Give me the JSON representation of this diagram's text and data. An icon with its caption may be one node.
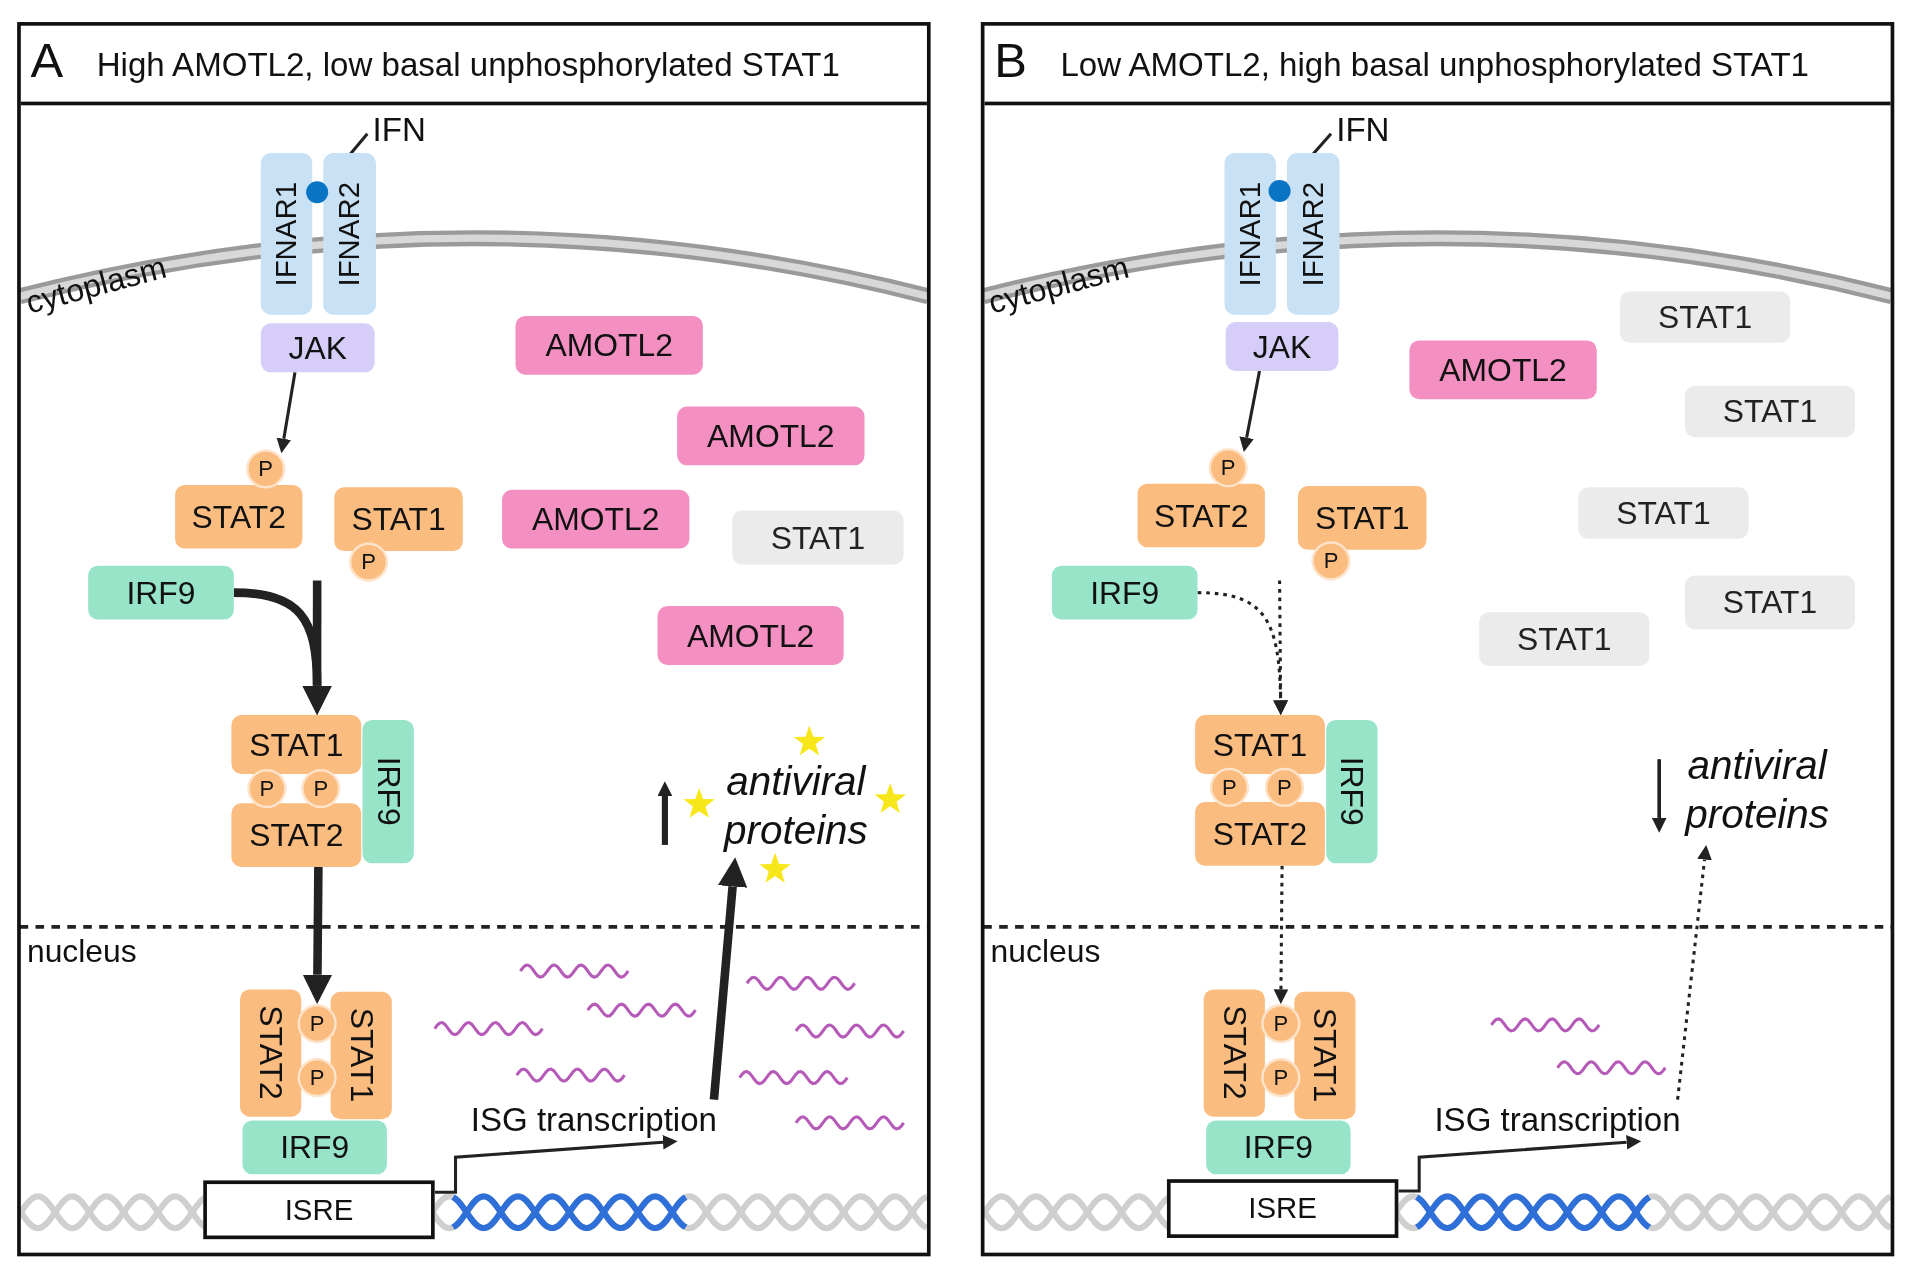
{
  "diagram": {
    "nodes": [
      {
        "text": [
          "A",
          "High AMOTL2, low basal unphosphorylated STAT1"
        ]
      },
      {
        "text": [
          "IFN"
        ],
        "in": 0
      },
      {
        "text": [],
        "shape": "circle",
        "in": 0
      },
      {
        "text": [
          "IFNAR1"
        ],
        "in": 0
      },
      {
        "text": [
          "IFNAR2"
        ],
        "in": 0
      },
      {
        "text": [
          "JAK"
        ],
        "in": 0
      },
      {
        "text": [
          "AMOTL2"
        ],
        "in": 0
      },
      {
        "text": [
          "AMOTL2"
        ],
        "in": 0
      },
      {
        "text": [
          "P"
        ],
        "in": 0
      },
      {
        "text": [
          "STAT2"
        ],
        "in": 0
      },
      {
        "text": [
          "STAT1"
        ],
        "in": 0
      },
      {
        "text": [
          "AMOTL2"
        ],
        "in": 0
      },
      {
        "text": [
          "STAT1"
        ],
        "in": 0
      },
      {
        "text": [
          "P"
        ],
        "in": 0
      },
      {
        "text": [
          "IRF9"
        ],
        "in": 0
      },
      {
        "text": [
          "AMOTL2"
        ],
        "in": 0
      },
      {
        "text": [
          "STAT1"
        ],
        "in": 0
      },
      {
        "text": [
          "P"
        ],
        "in": 0
      },
      {
        "text": [
          "P"
        ],
        "in": 0
      },
      {
        "text": [
          "STAT2"
        ],
        "in": 0
      },
      {
        "text": [
          "IRF9"
        ],
        "in": 0
      },
      {
        "text": [
          "antiviral proteins"
        ],
        "in": 0
      },
      {
        "text": [
          "STAT2"
        ],
        "in": 0
      },
      {
        "text": [
          "P"
        ],
        "in": 0
      },
      {
        "text": [
          "P"
        ],
        "in": 0
      },
      {
        "text": [
          "STAT1"
        ],
        "in": 0
      },
      {
        "text": [
          "IRF9"
        ],
        "in": 0
      },
      {
        "text": [
          "ISRE"
        ],
        "in": 0
      },
      {
        "text": [
          "B",
          "Low AMOTL2, high basal unphosphorylated STAT1"
        ]
      },
      {
        "text": [
          "IFN"
        ],
        "in": 28
      },
      {
        "text": [],
        "shape": "circle",
        "in": 28
      },
      {
        "text": [
          "IFNAR1"
        ],
        "in": 28
      },
      {
        "text": [
          "IFNAR2"
        ],
        "in": 28
      },
      {
        "text": [
          "STAT1"
        ],
        "in": 28
      },
      {
        "text": [
          "JAK"
        ],
        "in": 28
      },
      {
        "text": [
          "AMOTL2"
        ],
        "in": 28
      },
      {
        "text": [
          "STAT1"
        ],
        "in": 28
      },
      {
        "text": [
          "P"
        ],
        "in": 28
      },
      {
        "text": [
          "STAT2"
        ],
        "in": 28
      },
      {
        "text": [
          "STAT1"
        ],
        "in": 28
      },
      {
        "text": [
          "STAT1"
        ],
        "in": 28
      },
      {
        "text": [
          "P"
        ],
        "in": 28
      },
      {
        "text": [
          "IRF9"
        ],
        "in": 28
      },
      {
        "text": [
          "STAT1"
        ],
        "in": 28
      },
      {
        "text": [
          "STAT1"
        ],
        "in": 28
      },
      {
        "text": [
          "STAT1"
        ],
        "in": 28
      },
      {
        "text": [
          "P"
        ],
        "in": 28
      },
      {
        "text": [
          "P"
        ],
        "in": 28
      },
      {
        "text": [
          "STAT2"
        ],
        "in": 28
      },
      {
        "text": [
          "IRF9"
        ],
        "in": 28
      },
      {
        "text": [
          "antiviral proteins"
        ],
        "in": 28
      },
      {
        "text": [
          "STAT2"
        ],
        "in": 28
      },
      {
        "text": [
          "P"
        ],
        "in": 28
      },
      {
        "text": [
          "P"
        ],
        "in": 28
      },
      {
        "text": [
          "STAT1"
        ],
        "in": 28
      },
      {
        "text": [
          "IRF9"
        ],
        "in": 28
      },
      {
        "text": [
          "ISRE"
        ],
        "in": 28
      },
      {
        "text": [
          "ISG transcription"
        ],
        "in": 0
      },
      {
        "text": [
          "ISG transcription"
        ],
        "in": 28
      }
    ],
    "edges": [
      {
        "from": 1,
        "to": 2,
        "arrow": "none"
      },
      {
        "from": 5,
        "to": 8,
        "arrow": "to"
      },
      {
        "from": 14,
        "to": 16,
        "arrow": "to",
        "style": "thick"
      },
      {
        "from": null,
        "to": 16,
        "arrow": "to",
        "style": "thick"
      },
      {
        "from": 19,
        "to": 23,
        "arrow": "to",
        "style": "thick"
      },
      {
        "from": 57,
        "to": 21,
        "arrow": "to",
        "style": "thick"
      },
      {
        "from": 29,
        "to": 30,
        "arrow": "none"
      },
      {
        "from": 34,
        "to": 37,
        "arrow": "to"
      },
      {
        "from": 42,
        "to": 45,
        "arrow": "to",
        "style": "dashed"
      },
      {
        "from": null,
        "to": 45,
        "arrow": "to",
        "style": "dashed"
      },
      {
        "from": 48,
        "to": 52,
        "arrow": "to",
        "style": "dashed"
      },
      {
        "from": 58,
        "to": 50,
        "arrow": "to",
        "style": "dashed"
      },
      {
        "from": 27,
        "to": 57,
        "arrow": "to"
      },
      {
        "from": 56,
        "to": 58,
        "arrow": "to"
      }
    ],
    "labels": [
      "cytoplasm",
      "nucleus",
      "cytoplasm",
      "nucleus"
    ]
  }
}
